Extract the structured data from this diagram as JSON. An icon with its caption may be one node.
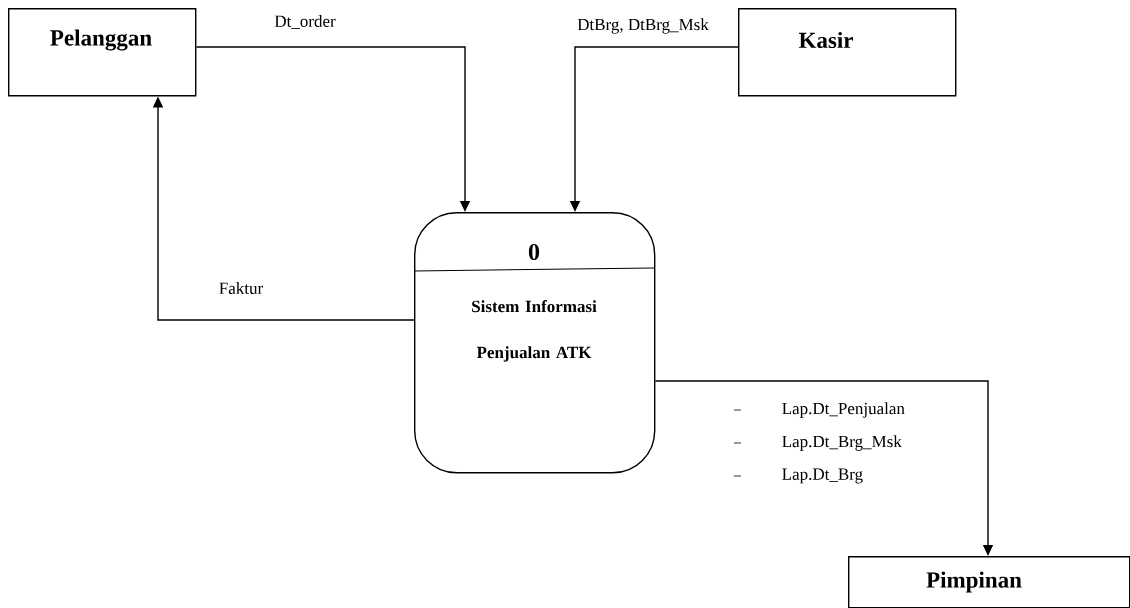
{
  "diagram": {
    "nodes": [
      {
        "text": [
          "Pelanggan"
        ]
      },
      {
        "text": [
          "Kasir"
        ]
      },
      {
        "text": [
          "0",
          "Sistem Informasi Penjualan ATK"
        ]
      },
      {
        "text": [
          "Pimpinan"
        ]
      }
    ],
    "edges": [
      {
        "from": 0,
        "to": 2,
        "arrow": "to",
        "label": "Dt_order"
      },
      {
        "from": 1,
        "to": 2,
        "arrow": "to",
        "label": "DtBrg, DtBrg_Msk"
      },
      {
        "from": 2,
        "to": 0,
        "arrow": "to",
        "label": "Faktur"
      },
      {
        "from": 2,
        "to": 3,
        "arrow": "to"
      }
    ],
    "labels": [
      "Lap.Dt_Penjualan",
      "Lap.Dt_Brg_Msk",
      "Lap.Dt_Brg"
    ]
  }
}
